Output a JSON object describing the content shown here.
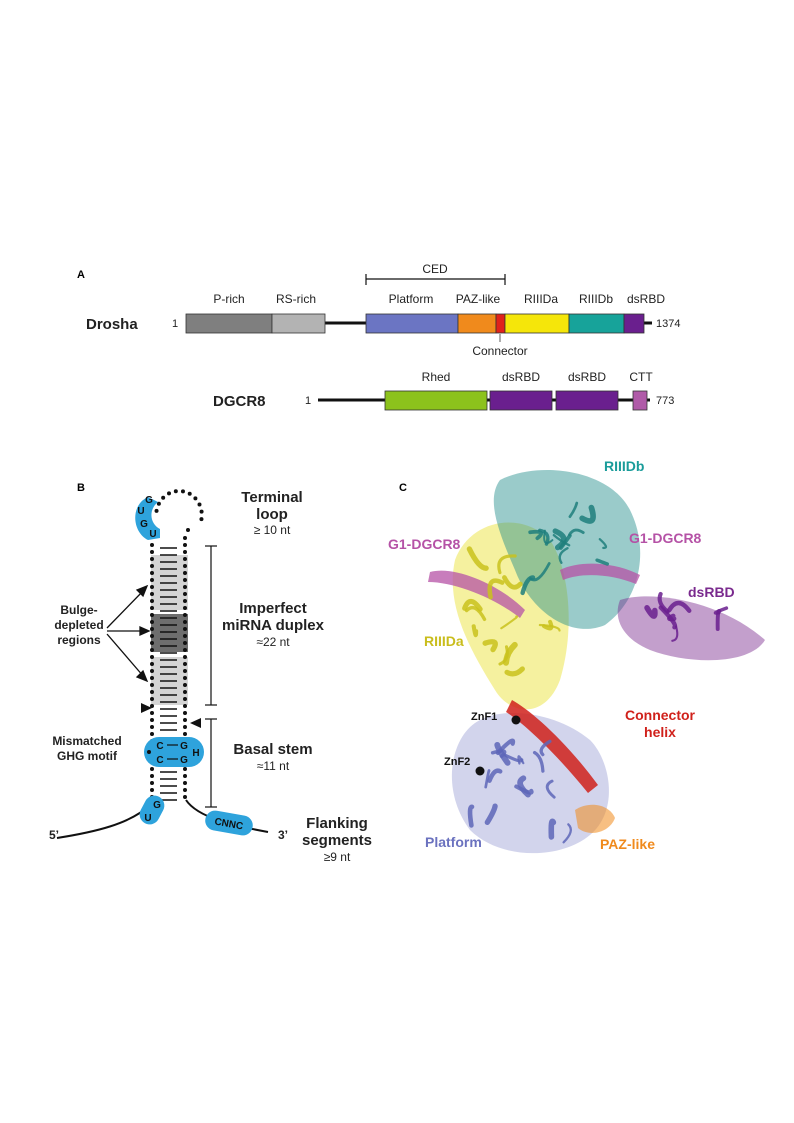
{
  "panel_a": {
    "label": "A",
    "ced_label": "CED",
    "drosha": {
      "name": "Drosha",
      "start": "1",
      "end": "1374",
      "domains": [
        {
          "label": "P-rich",
          "color": "#7f7f7f"
        },
        {
          "label": "RS-rich",
          "color": "#b3b3b3"
        },
        {
          "label": "Platform",
          "color": "#6b75c3"
        },
        {
          "label": "PAZ-like",
          "color": "#f08a1c"
        },
        {
          "label": "Connector",
          "color": "#e0221b"
        },
        {
          "label": "RIIIDa",
          "color": "#f5e60a"
        },
        {
          "label": "RIIIDb",
          "color": "#17a39a"
        },
        {
          "label": "dsRBD",
          "color": "#6a1f8e"
        }
      ]
    },
    "dgcr8": {
      "name": "DGCR8",
      "start": "1",
      "end": "773",
      "domains": [
        {
          "label": "Rhed",
          "color": "#8cc21c"
        },
        {
          "label": "dsRBD",
          "color": "#6a1f8e"
        },
        {
          "label": "dsRBD",
          "color": "#6a1f8e"
        },
        {
          "label": "CTT",
          "color": "#b05aa8"
        }
      ]
    }
  },
  "panel_b": {
    "label": "B",
    "terminal_loop": {
      "title": "Terminal loop",
      "line1": "Terminal",
      "line2": "loop",
      "size": "≥ 10 nt"
    },
    "duplex": {
      "line1": "Imperfect",
      "line2": "miRNA duplex",
      "size": "≈22 nt"
    },
    "basal_stem": {
      "title": "Basal stem",
      "size": "≈11 nt"
    },
    "flanking": {
      "line1": "Flanking",
      "line2": "segments",
      "size": "≥9 nt"
    },
    "bulge_label": [
      "Bulge-",
      "depleted",
      "regions"
    ],
    "ghg_label": [
      "Mismatched",
      "GHG motif"
    ],
    "five_prime": "5’",
    "three_prime": "3’",
    "loop_motif": [
      "G",
      "U",
      "G",
      "U"
    ],
    "ghg_left": [
      "C",
      "C"
    ],
    "ghg_right": [
      "G",
      "G"
    ],
    "ghg_mismatch": "H",
    "ug_motif": [
      "U",
      "G"
    ],
    "cnnc_motif": "CNNC",
    "motif_color": "#2ea3dc"
  },
  "panel_c": {
    "label": "C",
    "labels": [
      {
        "text": "RIIIDb",
        "color": "#1a9c9a"
      },
      {
        "text": "G1-DGCR8",
        "color": "#b552a6"
      },
      {
        "text": "G1-DGCR8",
        "color": "#b552a6"
      },
      {
        "text": "dsRBD",
        "color": "#7a2a8e"
      },
      {
        "text": "RIIIDa",
        "color": "#c9bd1c"
      },
      {
        "text": "ZnF1",
        "color": "#111111"
      },
      {
        "text": "ZnF2",
        "color": "#111111"
      },
      {
        "text": "Connector",
        "color": "#d0211b"
      },
      {
        "text": "helix",
        "color": "#d0211b"
      },
      {
        "text": "Platform",
        "color": "#6b72bf"
      },
      {
        "text": "PAZ-like",
        "color": "#f08a1c"
      }
    ]
  }
}
